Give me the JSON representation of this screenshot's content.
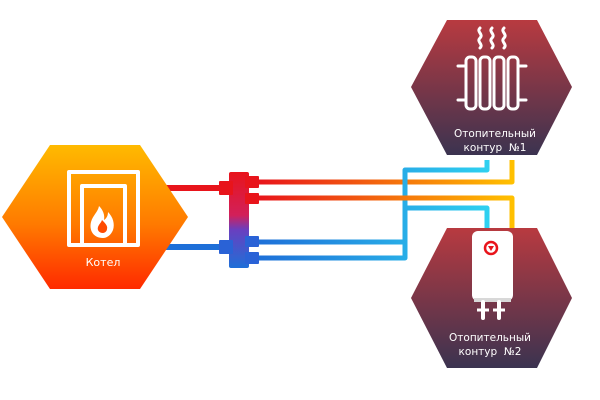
{
  "boiler": {
    "label": "Котел"
  },
  "circuit1": {
    "line1": "Отопительный",
    "line2": "контур  №1"
  },
  "circuit2": {
    "line1": "Отопительный",
    "line2": "контур  №2"
  },
  "colors": {
    "hot": "#e8141b",
    "warm": "#ffc000",
    "cold": "#1e6fd8",
    "cool": "#2ed0f0",
    "circuit_top": "#b53a3f",
    "circuit_bottom": "#3d3350",
    "boiler_top": "#ffb000",
    "boiler_bottom": "#ff2a00"
  },
  "icons": {
    "boiler": "furnace-flame-icon",
    "circuit1": "radiator-icon",
    "circuit2": "water-heater-icon"
  }
}
